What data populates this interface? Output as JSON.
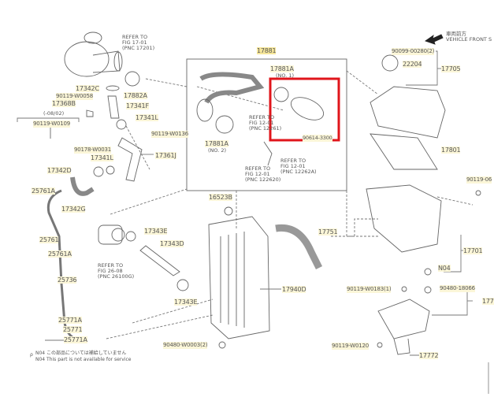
{
  "diagram": {
    "vehicle_front": {
      "jp": "車両前方",
      "en": "VEHICLE FRONT S"
    },
    "highlight_color": "#e0151b",
    "group_label": "17881",
    "refs": [
      {
        "l1": "REFER TO",
        "l2": "FIG 17-01",
        "l3": "(PNC 17201)"
      },
      {
        "l1": "REFER TO",
        "l2": "FIG 12-01",
        "l3": "(PNC 12261)"
      },
      {
        "l1": "REFER TO",
        "l2": "FIG 12-01",
        "l3": "(PNC 12262A)"
      },
      {
        "l1": "REFER TO",
        "l2": "FIG 12-01",
        "l3": "(PNC 122620)"
      },
      {
        "l1": "REFER TO",
        "l2": "FIG 26-08",
        "l3": "(PNC 26100G)"
      }
    ],
    "bracket_note": "(-08/02)",
    "parts": {
      "p17342C": "17342C",
      "p17882A": "17882A",
      "p90119W0058": "90119-W0058",
      "p17368B": "17368B",
      "p17341F": "17341F",
      "p17341L_a": "17341L",
      "p90119W0109": "90119-W0109",
      "p90119W0136": "90119-W0136",
      "p90178W0031": "90178-W0031",
      "p17341L_b": "17341L",
      "p17361J": "17361J",
      "p17342D": "17342D",
      "p25761A_a": "25761A",
      "p17342G": "17342G",
      "p25761": "25761",
      "p25761A_b": "25761A",
      "p25736": "25736",
      "p17343E_a": "17343E",
      "p17343D": "17343D",
      "p17343E_b": "17343E",
      "p25771A_a": "25771A",
      "p25771": "25771",
      "p25771A_b": "25771A",
      "p17881A_1": "17881A",
      "p17881A_1_no": "(NO. 1)",
      "p17881A_2": "17881A",
      "p17881A_2_no": "(NO. 2)",
      "p90614": "90614-3300",
      "p16523B": "16523B",
      "p17751": "17751",
      "p17940D": "17940D",
      "p90480W0003": "90480-W0003(2)",
      "p90099": "90099-00280(2)",
      "p22204": "22204",
      "p17705": "17705",
      "p17801": "17801",
      "p90119_06": "90119-06",
      "p17701": "17701",
      "pN04": "N04",
      "p90119W0183": "90119-W0183(1)",
      "p90480_18066": "90480-18066",
      "p177": "177",
      "p90119W0120": "90119-W0120",
      "p17772": "17772"
    },
    "notes": [
      "N04  この部品については補給していません",
      "N04  This part is not available for service"
    ]
  }
}
